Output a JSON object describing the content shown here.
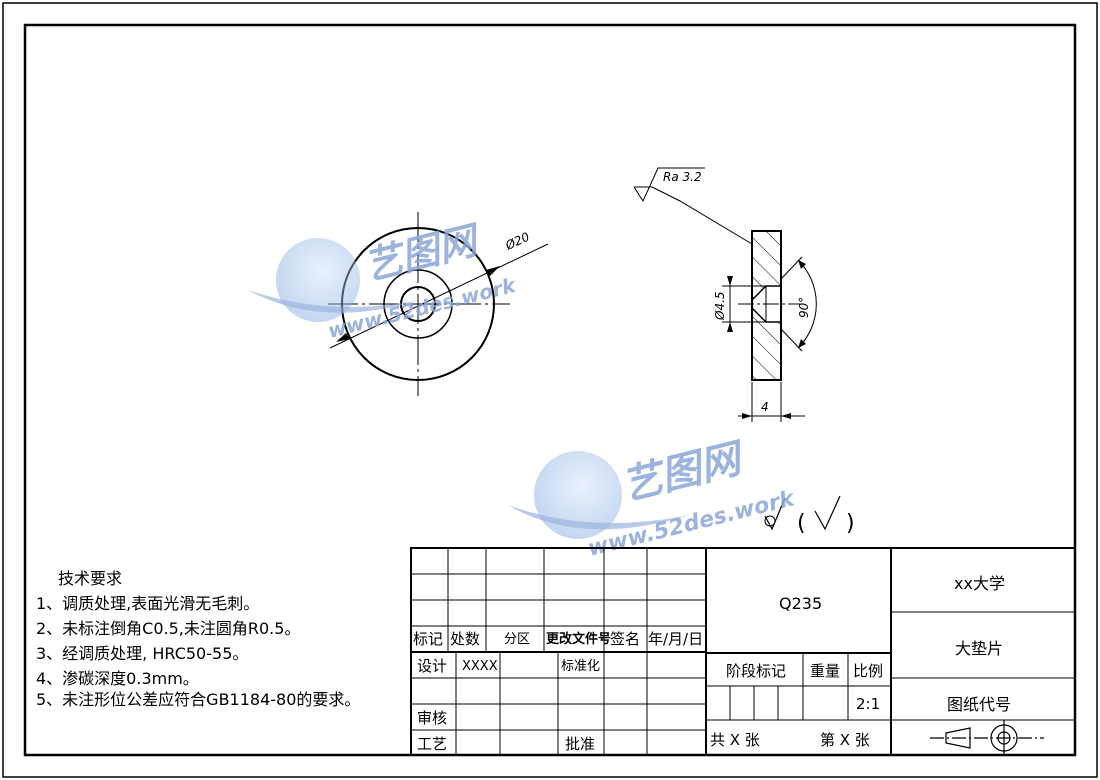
{
  "drawing": {
    "diameter_outer": "Ø20",
    "diameter_hole": "Ø4.5",
    "thickness": "4",
    "angle": "90°",
    "roughness": "Ra 3.2",
    "roughness_rest_paren_open": "(",
    "roughness_rest_paren_close": ")"
  },
  "watermark": {
    "brand": "艺图网",
    "url": "www.52des.work",
    "color": "#8aa6d8"
  },
  "tech_requirements": {
    "title": "技术要求",
    "items": [
      "1、调质处理,表面光滑无毛刺。",
      "2、未标注倒角C0.5,未注圆角R0.5。",
      "3、经调质处理, HRC50-55。",
      "4、渗碳深度0.3mm。",
      "5、未注形位公差应符合GB1184-80的要求。"
    ]
  },
  "title_block": {
    "hdr_mark": "标记",
    "hdr_count": "处数",
    "hdr_zone": "分区",
    "hdr_doc": "更改文件号",
    "hdr_sign": "签名",
    "hdr_date": "年/月/日",
    "design": "设计",
    "designer": "XXXX",
    "standard": "标准化",
    "review": "审核",
    "process": "工艺",
    "approve": "批准",
    "material": "Q235",
    "stage": "阶段标记",
    "weight": "重量",
    "scale_label": "比例",
    "scale": "2:1",
    "total": "共 X 张",
    "sheet_no": "第 X 张",
    "school": "xx大学",
    "part_name": "大垫片",
    "drawing_no_label": "图纸代号"
  }
}
